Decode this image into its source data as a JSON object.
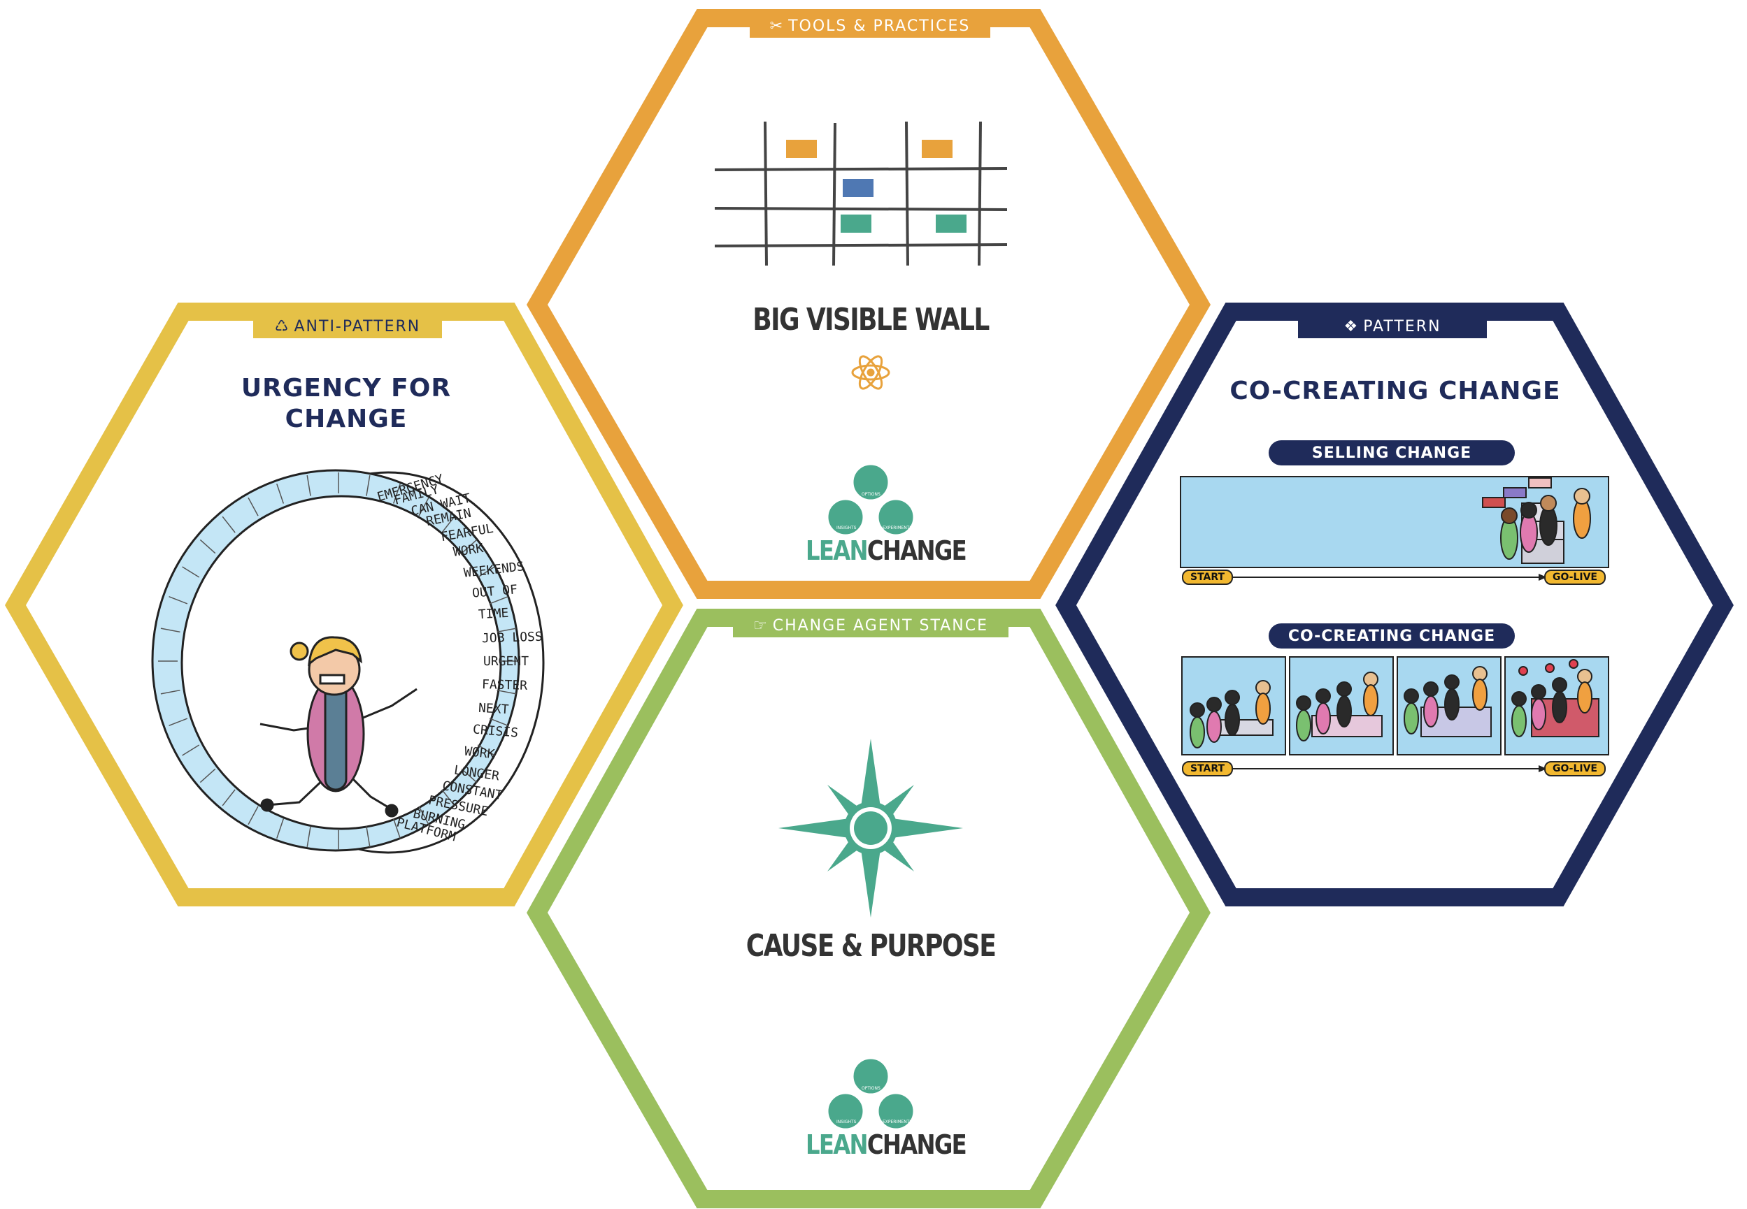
{
  "colors": {
    "anti_pattern": "#e5c147",
    "tools_practices": "#e8a23c",
    "pattern": "#1f2b5a",
    "change_agent_stance": "#9bbf5e",
    "lean_green": "#4aa88c",
    "sky": "#a8d8f0"
  },
  "hex_anti_pattern": {
    "tag_icon": "cycle-icon",
    "tag_label": "ANTI-PATTERN",
    "title_line1": "URGENCY FOR",
    "title_line2": "CHANGE",
    "wheel_words": [
      "EMERGENCY",
      "FAMILY",
      "CAN WAIT",
      "REMAIN",
      "FEARFUL",
      "WORK",
      "WEEKENDS",
      "OUT OF",
      "TIME",
      "JOB LOSS",
      "URGENT",
      "FASTER",
      "NEXT",
      "CRISIS",
      "WORK",
      "LONGER",
      "CONSTANT",
      "PRESSURE",
      "BURNING",
      "PLATFORM"
    ]
  },
  "hex_tools": {
    "tag_icon": "tools-icon",
    "tag_label": "TOOLS & PRACTICES",
    "title": "BIG VISIBLE WALL",
    "title_icon": "atom-icon"
  },
  "hex_pattern": {
    "tag_icon": "pattern-icon",
    "tag_label": "PATTERN",
    "title": "CO-CREATING CHANGE",
    "panel1_label": "SELLING CHANGE",
    "panel2_label": "CO-CREATING CHANGE",
    "start_label": "START",
    "golive_label": "GO-LIVE"
  },
  "hex_stance": {
    "tag_icon": "hand-icon",
    "tag_label": "CHANGE AGENT STANCE",
    "title": "CAUSE & PURPOSE",
    "title_icon": "compass-icon"
  },
  "logo": {
    "word_lean": "LEAN",
    "word_change": "CHANGE",
    "bubble_top": "OPTIONS",
    "bubble_left": "INSIGHTS",
    "bubble_right": "EXPERIMENTS"
  }
}
